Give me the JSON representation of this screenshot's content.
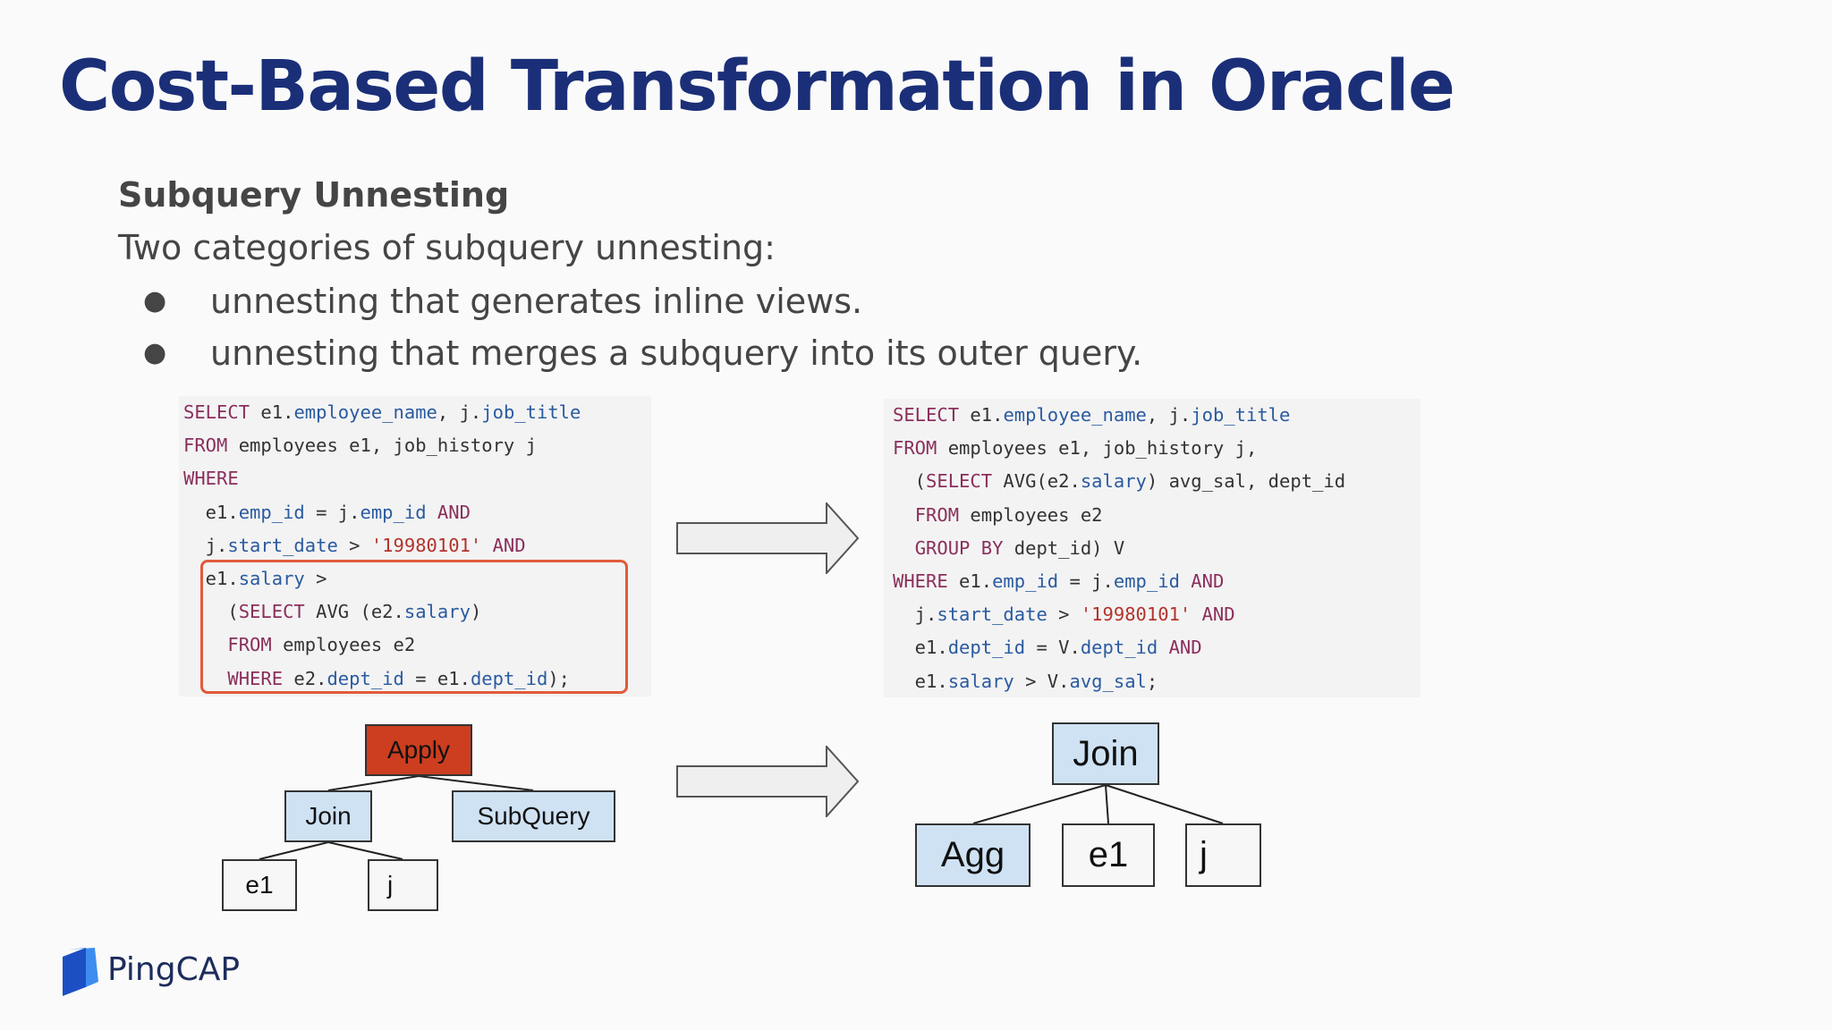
{
  "slide": {
    "title": "Cost-Based Transformation in Oracle",
    "subheading": "Subquery Unnesting",
    "intro": "Two categories of subquery unnesting:",
    "bullets": [
      "unnesting that generates inline views.",
      "unnesting that merges a subquery into its outer query."
    ],
    "bullet_glyph": "●",
    "colors": {
      "title": "#1b2f78",
      "body_text": "#454545",
      "apply_node": "#cc3e1f",
      "blue_node": "#cfe2f3",
      "highlight_border": "#e25a3a"
    }
  },
  "code_left": {
    "lines": [
      [
        {
          "t": "SELECT",
          "c": "kw"
        },
        {
          "t": " e1.",
          "c": "pl"
        },
        {
          "t": "employee_name",
          "c": "id"
        },
        {
          "t": ", j.",
          "c": "pl"
        },
        {
          "t": "job_title",
          "c": "id"
        }
      ],
      [
        {
          "t": "FROM",
          "c": "kw"
        },
        {
          "t": " employees e1, job_history j",
          "c": "pl"
        }
      ],
      [
        {
          "t": "WHERE",
          "c": "kw"
        }
      ],
      [
        {
          "t": "  e1.",
          "c": "pl"
        },
        {
          "t": "emp_id",
          "c": "id"
        },
        {
          "t": " = j.",
          "c": "pl"
        },
        {
          "t": "emp_id",
          "c": "id"
        },
        {
          "t": " AND",
          "c": "kw"
        }
      ],
      [
        {
          "t": "  j.",
          "c": "pl"
        },
        {
          "t": "start_date",
          "c": "id"
        },
        {
          "t": " > ",
          "c": "pl"
        },
        {
          "t": "'19980101'",
          "c": "str"
        },
        {
          "t": " AND",
          "c": "kw"
        }
      ],
      [
        {
          "t": "  e1.",
          "c": "pl"
        },
        {
          "t": "salary",
          "c": "id"
        },
        {
          "t": " >",
          "c": "pl"
        }
      ],
      [
        {
          "t": "    (",
          "c": "pl"
        },
        {
          "t": "SELECT",
          "c": "kw"
        },
        {
          "t": " AVG (e2.",
          "c": "pl"
        },
        {
          "t": "salary",
          "c": "id"
        },
        {
          "t": ")",
          "c": "pl"
        }
      ],
      [
        {
          "t": "    ",
          "c": "pl"
        },
        {
          "t": "FROM",
          "c": "kw"
        },
        {
          "t": " employees e2",
          "c": "pl"
        }
      ],
      [
        {
          "t": "    ",
          "c": "pl"
        },
        {
          "t": "WHERE",
          "c": "kw"
        },
        {
          "t": " e2.",
          "c": "pl"
        },
        {
          "t": "dept_id",
          "c": "id"
        },
        {
          "t": " = e1.",
          "c": "pl"
        },
        {
          "t": "dept_id",
          "c": "id"
        },
        {
          "t": ");",
          "c": "pl"
        }
      ]
    ]
  },
  "code_right": {
    "lines": [
      [
        {
          "t": "SELECT",
          "c": "kw"
        },
        {
          "t": " e1.",
          "c": "pl"
        },
        {
          "t": "employee_name",
          "c": "id"
        },
        {
          "t": ", j.",
          "c": "pl"
        },
        {
          "t": "job_title",
          "c": "id"
        }
      ],
      [
        {
          "t": "FROM",
          "c": "kw"
        },
        {
          "t": " employees e1, job_history j,",
          "c": "pl"
        }
      ],
      [
        {
          "t": "  (",
          "c": "pl"
        },
        {
          "t": "SELECT",
          "c": "kw"
        },
        {
          "t": " AVG(e2.",
          "c": "pl"
        },
        {
          "t": "salary",
          "c": "id"
        },
        {
          "t": ") avg_sal, dept_id",
          "c": "pl"
        }
      ],
      [
        {
          "t": "  ",
          "c": "pl"
        },
        {
          "t": "FROM",
          "c": "kw"
        },
        {
          "t": " employees e2",
          "c": "pl"
        }
      ],
      [
        {
          "t": "  ",
          "c": "pl"
        },
        {
          "t": "GROUP BY",
          "c": "kw"
        },
        {
          "t": " dept_id) V",
          "c": "pl"
        }
      ],
      [
        {
          "t": "WHERE",
          "c": "kw"
        },
        {
          "t": " e1.",
          "c": "pl"
        },
        {
          "t": "emp_id",
          "c": "id"
        },
        {
          "t": " = j.",
          "c": "pl"
        },
        {
          "t": "emp_id",
          "c": "id"
        },
        {
          "t": " AND",
          "c": "kw"
        }
      ],
      [
        {
          "t": "  j.",
          "c": "pl"
        },
        {
          "t": "start_date",
          "c": "id"
        },
        {
          "t": " > ",
          "c": "pl"
        },
        {
          "t": "'19980101'",
          "c": "str"
        },
        {
          "t": " AND",
          "c": "kw"
        }
      ],
      [
        {
          "t": "  e1.",
          "c": "pl"
        },
        {
          "t": "dept_id",
          "c": "id"
        },
        {
          "t": " = V.",
          "c": "pl"
        },
        {
          "t": "dept_id",
          "c": "id"
        },
        {
          "t": " AND",
          "c": "kw"
        }
      ],
      [
        {
          "t": "  e1.",
          "c": "pl"
        },
        {
          "t": "salary",
          "c": "id"
        },
        {
          "t": " > V.",
          "c": "pl"
        },
        {
          "t": "avg_sal",
          "c": "id"
        },
        {
          "t": ";",
          "c": "pl"
        }
      ]
    ]
  },
  "tree_before": {
    "root": "Apply",
    "children": [
      "Join",
      "SubQuery"
    ],
    "join_children": [
      "e1",
      "j"
    ]
  },
  "tree_after": {
    "root": "Join",
    "children": [
      "Agg",
      "e1",
      "j"
    ]
  },
  "logo": {
    "text": "PingCAP",
    "icon": "pingcap-logo-icon"
  }
}
